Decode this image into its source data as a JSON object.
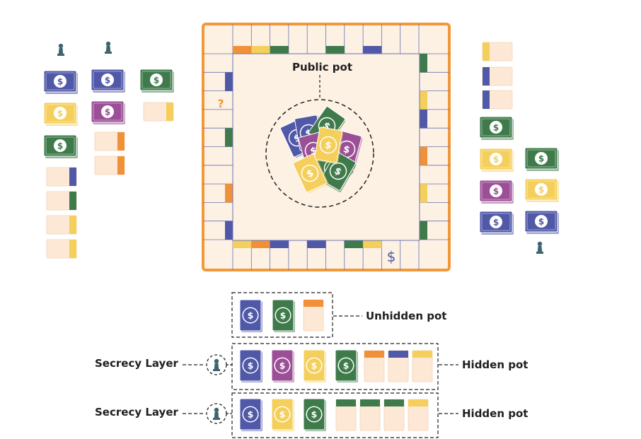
{
  "labels": {
    "public_pot": "Public pot",
    "unhidden_pot": "Unhidden pot",
    "hidden_pot": "Hidden pot",
    "secrecy_layer": "Secrecy Layer"
  },
  "board": {
    "center_symbol": "?",
    "corner_symbol": "$"
  },
  "colors": {
    "board_border": "#f0983a",
    "board_fill": "#fdf1e4",
    "grid_line": "#6b73b0",
    "blue": "#5058a8",
    "green": "#3f7a4a",
    "yellow": "#f5cf5c",
    "purple": "#9b4f96",
    "orange": "#f0913a",
    "pawn": "#3e6470"
  },
  "cards": {
    "money_symbol": "$"
  },
  "players": {
    "left_top": {
      "pawns": 2,
      "money_cards": [
        "blue",
        "yellow",
        "green",
        "blue",
        "purple",
        "green"
      ],
      "property_cards": [
        "yellow",
        "orange",
        "orange",
        "blue",
        "green",
        "yellow",
        "yellow"
      ]
    },
    "right": {
      "pawns": 1,
      "money_cards": [
        "green",
        "yellow",
        "purple",
        "blue",
        "green",
        "yellow",
        "blue"
      ],
      "property_cards": [
        "yellow",
        "blue",
        "blue"
      ]
    }
  },
  "pots": {
    "unhidden": {
      "money_cards": [
        "blue",
        "green"
      ],
      "property_cards": [
        "orange"
      ]
    },
    "hidden_1": {
      "money_cards": [
        "blue",
        "purple",
        "yellow",
        "green"
      ],
      "property_cards": [
        "orange",
        "blue",
        "yellow"
      ]
    },
    "hidden_2": {
      "money_cards": [
        "blue",
        "yellow",
        "green"
      ],
      "property_cards": [
        "green",
        "green",
        "green",
        "yellow"
      ]
    }
  }
}
